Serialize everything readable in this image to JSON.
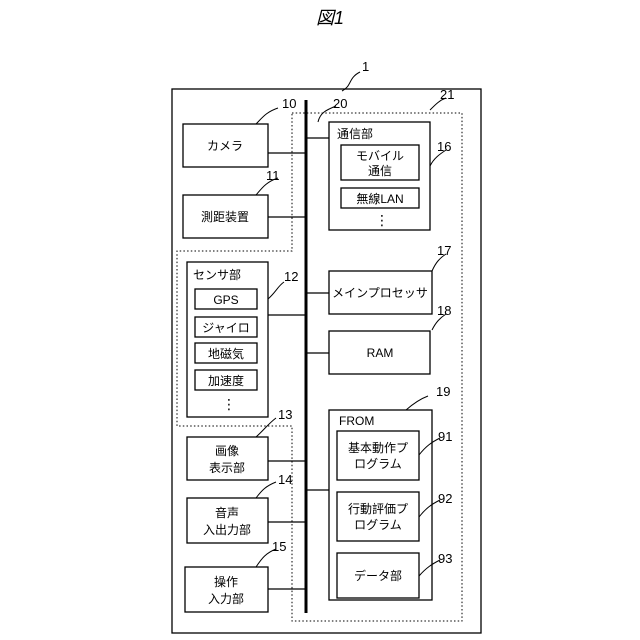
{
  "figure": {
    "title": "図1"
  },
  "refs": {
    "device": "1",
    "camera": "10",
    "bus": "20",
    "group": "21",
    "rangefinder": "11",
    "sensor": "12",
    "image_display": "13",
    "audio_io": "14",
    "operation_input": "15",
    "comm": "16",
    "main_processor": "17",
    "ram": "18",
    "from": "19",
    "basic_program": "91",
    "eval_program": "92",
    "data_section": "93"
  },
  "blocks": {
    "camera": "カメラ",
    "rangefinder": "測距装置",
    "sensor": {
      "title": "センサ部",
      "items": [
        "GPS",
        "ジャイロ",
        "地磁気",
        "加速度"
      ],
      "more": "⋮"
    },
    "image_display": [
      "画像",
      "表示部"
    ],
    "audio_io": [
      "音声",
      "入出力部"
    ],
    "operation_input": [
      "操作",
      "入力部"
    ],
    "comm": {
      "title": "通信部",
      "mobile": [
        "モバイル",
        "通信"
      ],
      "wlan": "無線LAN",
      "more": "⋮"
    },
    "main_processor": "メインプロセッサ",
    "ram": "RAM",
    "from": {
      "title": "FROM",
      "basic_program": [
        "基本動作プ",
        "ログラム"
      ],
      "eval_program": [
        "行動評価プ",
        "ログラム"
      ],
      "data_section": "データ部"
    }
  }
}
